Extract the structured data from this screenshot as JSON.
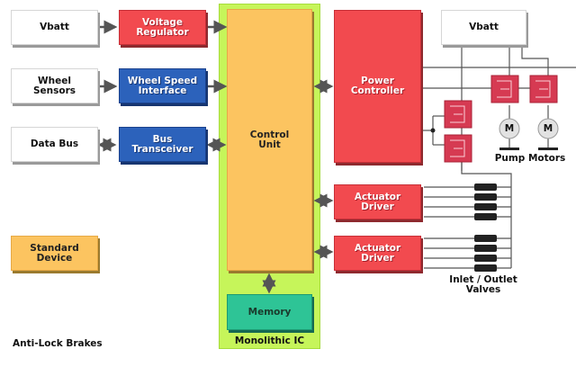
{
  "title": "Anti-Lock Brakes",
  "legend": {
    "standard_device": "Standard\nDevice"
  },
  "inputs": {
    "vbatt": "Vbatt",
    "wheel_sensors": "Wheel\nSensors",
    "data_bus": "Data Bus"
  },
  "interfaces": {
    "voltage_regulator": "Voltage\nRegulator",
    "wheel_speed_interface": "Wheel Speed\nInterface",
    "bus_transceiver": "Bus\nTransceiver"
  },
  "ic": {
    "control_unit": "Control\nUnit",
    "memory": "Memory",
    "label": "Monolithic IC"
  },
  "outputs": {
    "power_controller": "Power\nController",
    "actuator_driver_1": "Actuator\nDriver",
    "actuator_driver_2": "Actuator\nDriver",
    "vbatt_right": "Vbatt",
    "motor_glyph": "M",
    "pump_motors_label": "Pump Motors",
    "valves_label": "Inlet / Outlet\nValves"
  },
  "colors": {
    "standard": "#fcc460",
    "power": "#f24a4f",
    "interface": "#2c62bb",
    "memory": "#2ec496",
    "ic_background": "#c6f55a"
  }
}
